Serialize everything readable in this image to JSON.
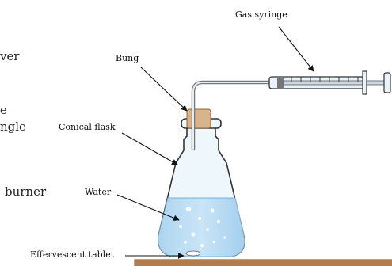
{
  "side_text": {
    "line1": "ver",
    "line2": "e",
    "line3": "ngle",
    "line4": "burner"
  },
  "labels": {
    "gas_syringe": "Gas syringe",
    "bung": "Bung",
    "conical_flask": "Conical flask",
    "water": "Water",
    "effervescent_tablet": "Effervescent tablet"
  },
  "colors": {
    "water": "#bcdcf3",
    "glass": "#e9f4fb",
    "bung": "#d9b48a",
    "bench": "#b27b4c",
    "outline": "#333333"
  }
}
